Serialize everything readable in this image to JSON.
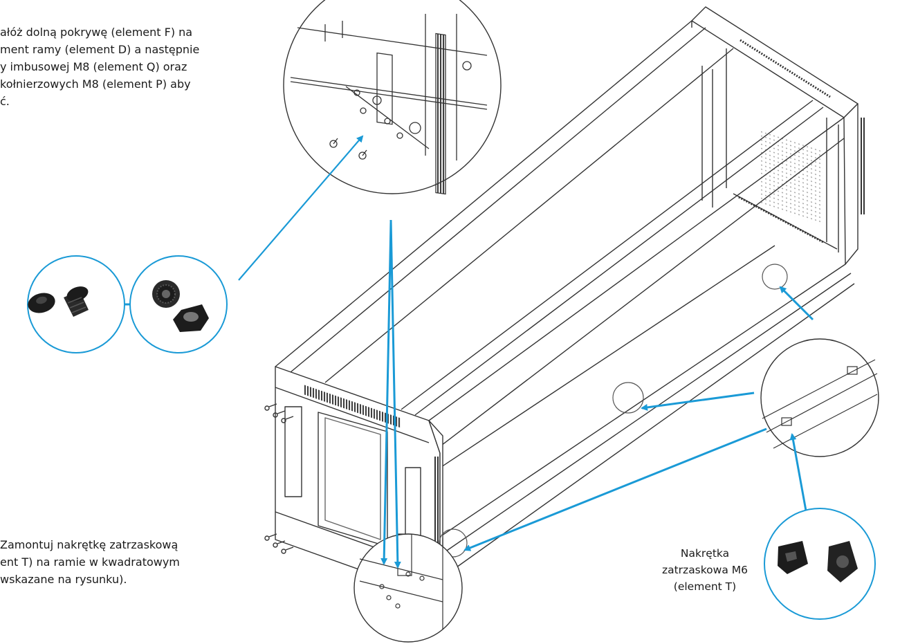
{
  "instructions": {
    "top": "ałóż dolną pokrywę (element F) na\nment ramy (element D) a następnie\ny imbusowej M8 (element Q) oraz\nkołnierzowych M8 (element P) aby\nć.",
    "bottom": "Zamontuj nakrętkę zatrzaskową\nent T) na ramie w kwadratowym\nwskazane na rysunku)."
  },
  "labels": {
    "cage_nut": "Nakrętka\nzatrzaskowa M6\n(element T)"
  },
  "colors": {
    "accent": "#1a9ad6",
    "line": "#333333",
    "part": "#1c1c1c"
  },
  "icons": [
    "m8-hex-bolt-icon",
    "m8-flange-nut-icon",
    "m6-cage-nut-icon"
  ]
}
